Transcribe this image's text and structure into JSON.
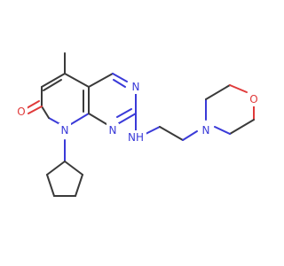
{
  "atoms": [
    {
      "id": "o_carbonyl",
      "label": "O",
      "color": "#e03a3a"
    },
    {
      "id": "n_ring",
      "label": "N",
      "color": "#3a3ad8"
    },
    {
      "id": "n_pyrimidine_bottom",
      "label": "N",
      "color": "#3a3ad8"
    },
    {
      "id": "n_pyrimidine_top",
      "label": "N",
      "color": "#3a3ad8"
    },
    {
      "id": "nh_amine",
      "label": "NH",
      "color": "#3a3ad8"
    },
    {
      "id": "n_morpholine",
      "label": "N",
      "color": "#3a3ad8"
    },
    {
      "id": "o_morpholine",
      "label": "O",
      "color": "#e03a3a"
    }
  ],
  "colors": {
    "carbon_bond": "#3a3a3a",
    "nitrogen": "#3a3ad8",
    "oxygen": "#e03a3a",
    "background": "#ffffff"
  }
}
